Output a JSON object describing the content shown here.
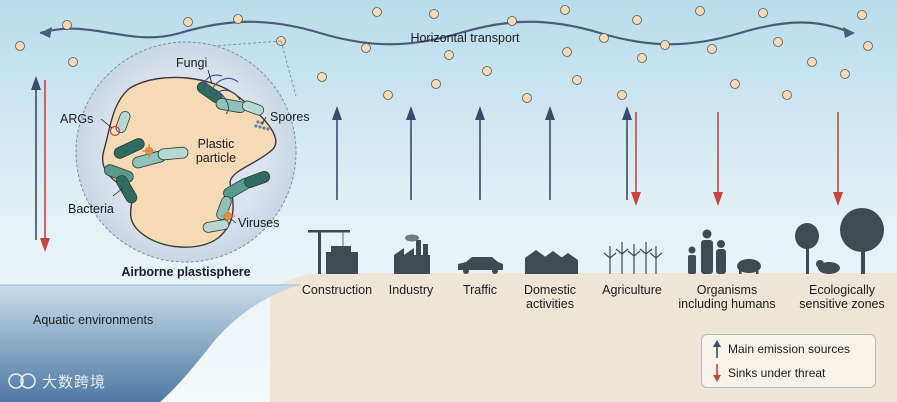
{
  "title": "Airborne plastisphere",
  "particle": {
    "center_label": "Plastic particle",
    "labels": {
      "fungi": "Fungi",
      "spores": "Spores",
      "args": "ARGs",
      "bacteria": "Bacteria",
      "viruses": "Viruses"
    }
  },
  "transport_label": "Horizontal transport",
  "aquatic_label": "Aquatic environments",
  "sources": [
    {
      "label": "Construction",
      "arrow": "emission",
      "icon": "crane-building-icon"
    },
    {
      "label": "Industry",
      "arrow": "emission",
      "icon": "factory-icon"
    },
    {
      "label": "Traffic",
      "arrow": "emission",
      "icon": "car-icon"
    },
    {
      "label": "Domestic activities",
      "arrow": "emission",
      "icon": "houses-icon"
    },
    {
      "label": "Agriculture",
      "arrow": "both",
      "icon": "crops-icon"
    },
    {
      "label": "Organisms including humans",
      "arrow": "sink",
      "icon": "people-animal-icon"
    },
    {
      "label": "Ecologically sensitive zones",
      "arrow": "sink",
      "icon": "trees-bear-icon"
    }
  ],
  "legend": {
    "emission": "Main emission sources",
    "sink": "Sinks under threat"
  },
  "colors": {
    "emission_arrow": "#3a4a6b",
    "sink_arrow": "#c8453f",
    "particle": "#f6d9b5",
    "bacteria_dark": "#2f6b5e",
    "bacteria_light": "#8fc2b8",
    "ground": "#ece5d8",
    "water": "#4f7aa6"
  },
  "watermark": "大数跨境"
}
